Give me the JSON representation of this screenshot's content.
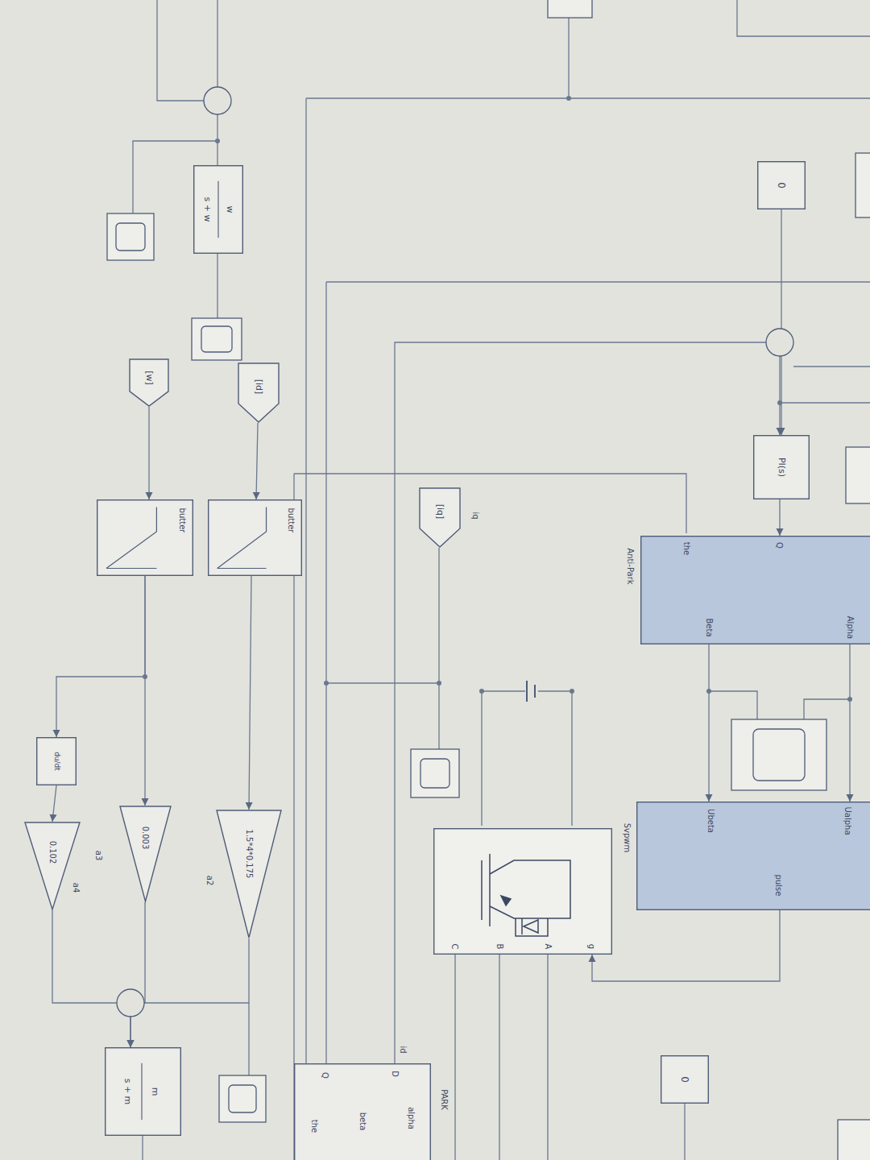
{
  "diagram": {
    "nodes": [
      {
        "text": [
          "w",
          "s + w"
        ]
      },
      {
        "text": [
          "[w]"
        ]
      },
      {
        "text": [
          "[id]"
        ]
      },
      {
        "text": [
          "[iq]"
        ]
      },
      {
        "text": [
          "butter"
        ]
      },
      {
        "text": [
          "butter"
        ]
      },
      {
        "text": [
          "0"
        ]
      },
      {
        "text": [
          "PI(s)"
        ]
      },
      {
        "text": [
          "Anti-Park",
          "the",
          "Q",
          "Beta",
          "Alpha"
        ]
      },
      {
        "text": [
          "Svpwm",
          "Ubeta",
          "Ualpha",
          "pulse"
        ]
      },
      {
        "text": [
          "g",
          "A",
          "B",
          "C"
        ]
      },
      {
        "text": [
          "du/dt"
        ]
      },
      {
        "text": [
          "1.5*4*0.175",
          "a2"
        ]
      },
      {
        "text": [
          "0.003",
          "a3"
        ]
      },
      {
        "text": [
          "0.102",
          "a4"
        ]
      },
      {
        "text": [
          "m",
          "s + m"
        ]
      },
      {
        "text": [
          "0"
        ]
      },
      {
        "text": [
          "PARK",
          "alpha",
          "beta",
          "the",
          "D",
          "Q"
        ]
      }
    ],
    "edges": [
      {
        "from": 1,
        "to": 4,
        "arrow": "to"
      },
      {
        "from": 2,
        "to": 5,
        "arrow": "to"
      },
      {
        "from": 5,
        "to": 12,
        "arrow": "to"
      },
      {
        "from": 4,
        "to": 13,
        "arrow": "to"
      },
      {
        "from": 4,
        "to": 11,
        "arrow": "to"
      },
      {
        "from": 11,
        "to": 14,
        "arrow": "to"
      },
      {
        "from": 12,
        "to": 15,
        "arrow": "to"
      },
      {
        "from": 13,
        "to": 15,
        "arrow": "to"
      },
      {
        "from": 14,
        "to": 15,
        "arrow": "to"
      },
      {
        "from": 7,
        "to": 8,
        "arrow": "to"
      },
      {
        "from": 8,
        "to": 9,
        "arrow": "to"
      },
      {
        "from": 8,
        "to": 9,
        "arrow": "to"
      },
      {
        "from": 9,
        "to": 10,
        "arrow": "to"
      },
      {
        "from": 17,
        "to": 7,
        "arrow": "to"
      },
      {
        "from": 6,
        "to": 7,
        "arrow": "to"
      }
    ],
    "labels": [
      "iq",
      "id"
    ]
  }
}
